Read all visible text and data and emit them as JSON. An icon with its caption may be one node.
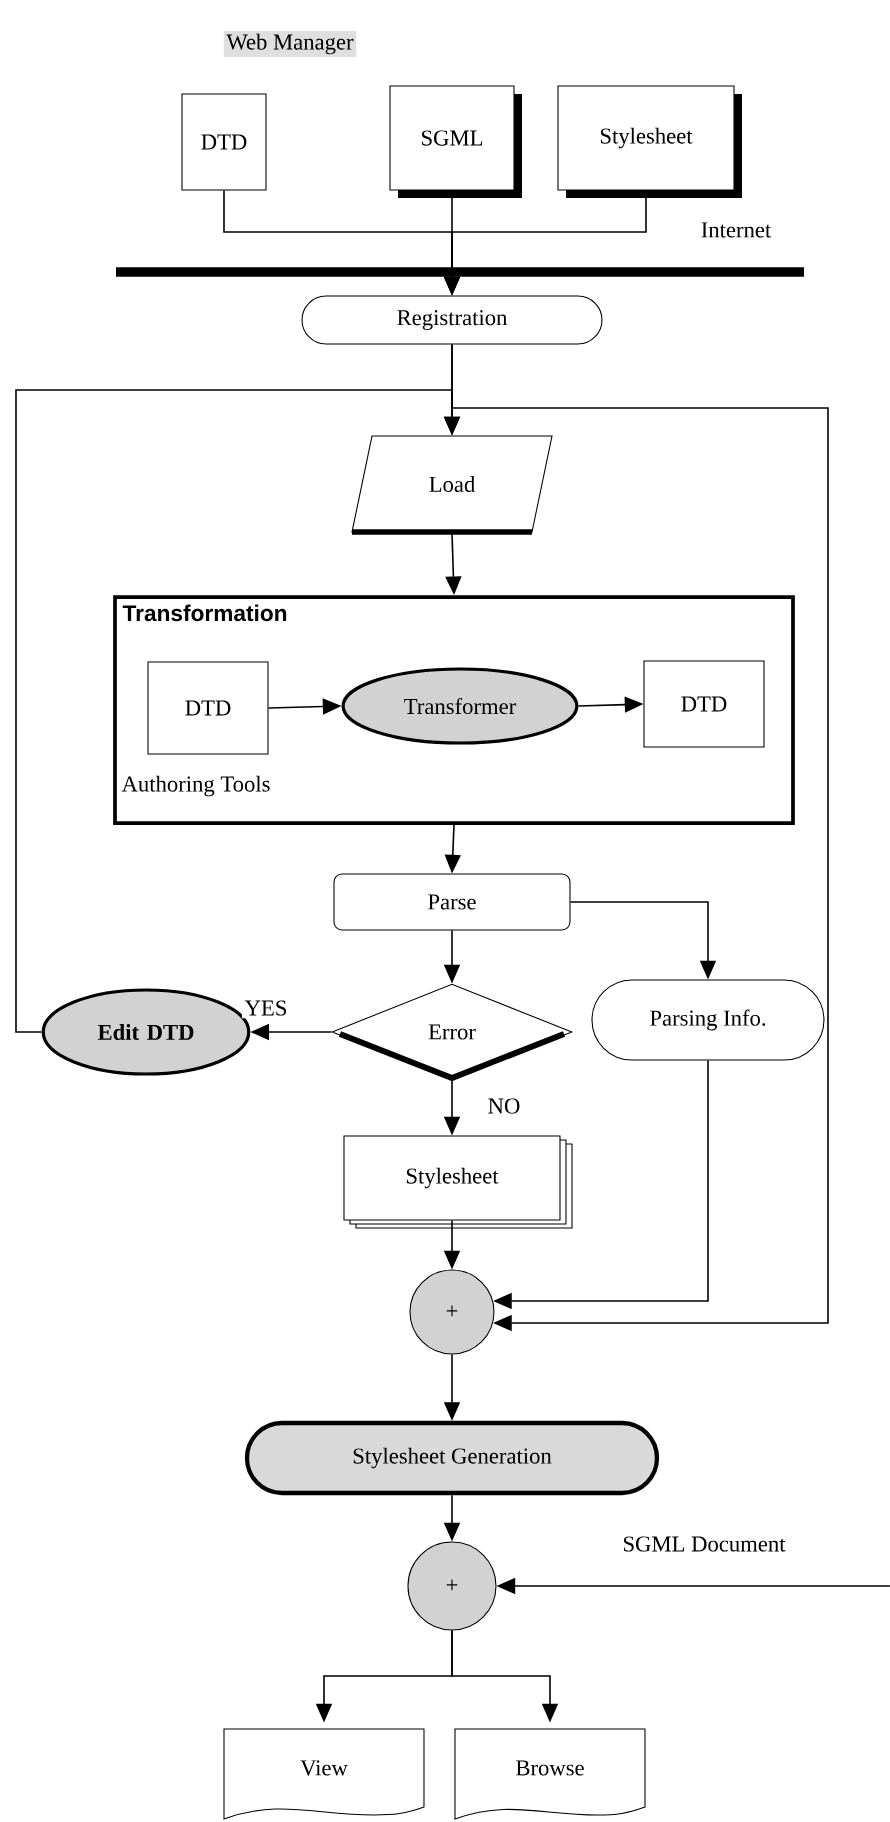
{
  "diagram": {
    "nodes": [
      {
        "text": [
          "DTD"
        ]
      },
      {
        "text": [
          "SGML"
        ]
      },
      {
        "text": [
          "Stylesheet"
        ]
      },
      {
        "text": [
          "Registration"
        ]
      },
      {
        "text": [
          "Load"
        ]
      },
      {
        "text": [
          "Transformation"
        ]
      },
      {
        "text": [
          "DTD"
        ],
        "in": 5,
        "beside": [
          "Authoring Tools"
        ]
      },
      {
        "text": [
          "Transformer"
        ],
        "in": 5
      },
      {
        "text": [
          "DTD"
        ],
        "in": 5
      },
      {
        "text": [
          "Parse"
        ]
      },
      {
        "text": [
          "Error"
        ]
      },
      {
        "text": [
          "Edit DTD"
        ]
      },
      {
        "text": [
          "Parsing Info."
        ]
      },
      {
        "text": [
          "Stylesheet"
        ]
      },
      {
        "text": [
          "+"
        ]
      },
      {
        "text": [
          "Stylesheet Generation"
        ]
      },
      {
        "text": [
          "+"
        ]
      },
      {
        "text": [
          "View"
        ]
      },
      {
        "text": [
          "Browse"
        ]
      }
    ],
    "edges": [
      {
        "from": 0,
        "to": 3,
        "arrow": "to"
      },
      {
        "from": 1,
        "to": 3,
        "arrow": "to"
      },
      {
        "from": 2,
        "to": 3,
        "arrow": "to"
      },
      {
        "from": 3,
        "to": 4,
        "arrow": "to"
      },
      {
        "from": 4,
        "to": 5,
        "arrow": "to"
      },
      {
        "from": 6,
        "to": 7,
        "arrow": "to"
      },
      {
        "from": 7,
        "to": 8,
        "arrow": "to"
      },
      {
        "from": 5,
        "to": 9,
        "arrow": "to"
      },
      {
        "from": 9,
        "to": 10,
        "arrow": "to"
      },
      {
        "from": 9,
        "to": 12,
        "arrow": "to"
      },
      {
        "from": 10,
        "to": 11,
        "arrow": "to",
        "label": "YES"
      },
      {
        "from": 10,
        "to": 13,
        "arrow": "to",
        "label": "NO"
      },
      {
        "from": 11,
        "to": 4,
        "arrow": "to"
      },
      {
        "from": 13,
        "to": 14,
        "arrow": "to"
      },
      {
        "from": 12,
        "to": 14,
        "arrow": "to"
      },
      {
        "from": 3,
        "to": 14,
        "arrow": "to"
      },
      {
        "from": 14,
        "to": 15,
        "arrow": "to"
      },
      {
        "from": 15,
        "to": 16,
        "arrow": "to"
      },
      {
        "from": null,
        "to": 16,
        "arrow": "to",
        "label": "SGML Document"
      },
      {
        "from": 16,
        "to": 17,
        "arrow": "to"
      },
      {
        "from": 16,
        "to": 18,
        "arrow": "to"
      }
    ],
    "labels": [
      "Web Manager",
      "Internet"
    ]
  }
}
